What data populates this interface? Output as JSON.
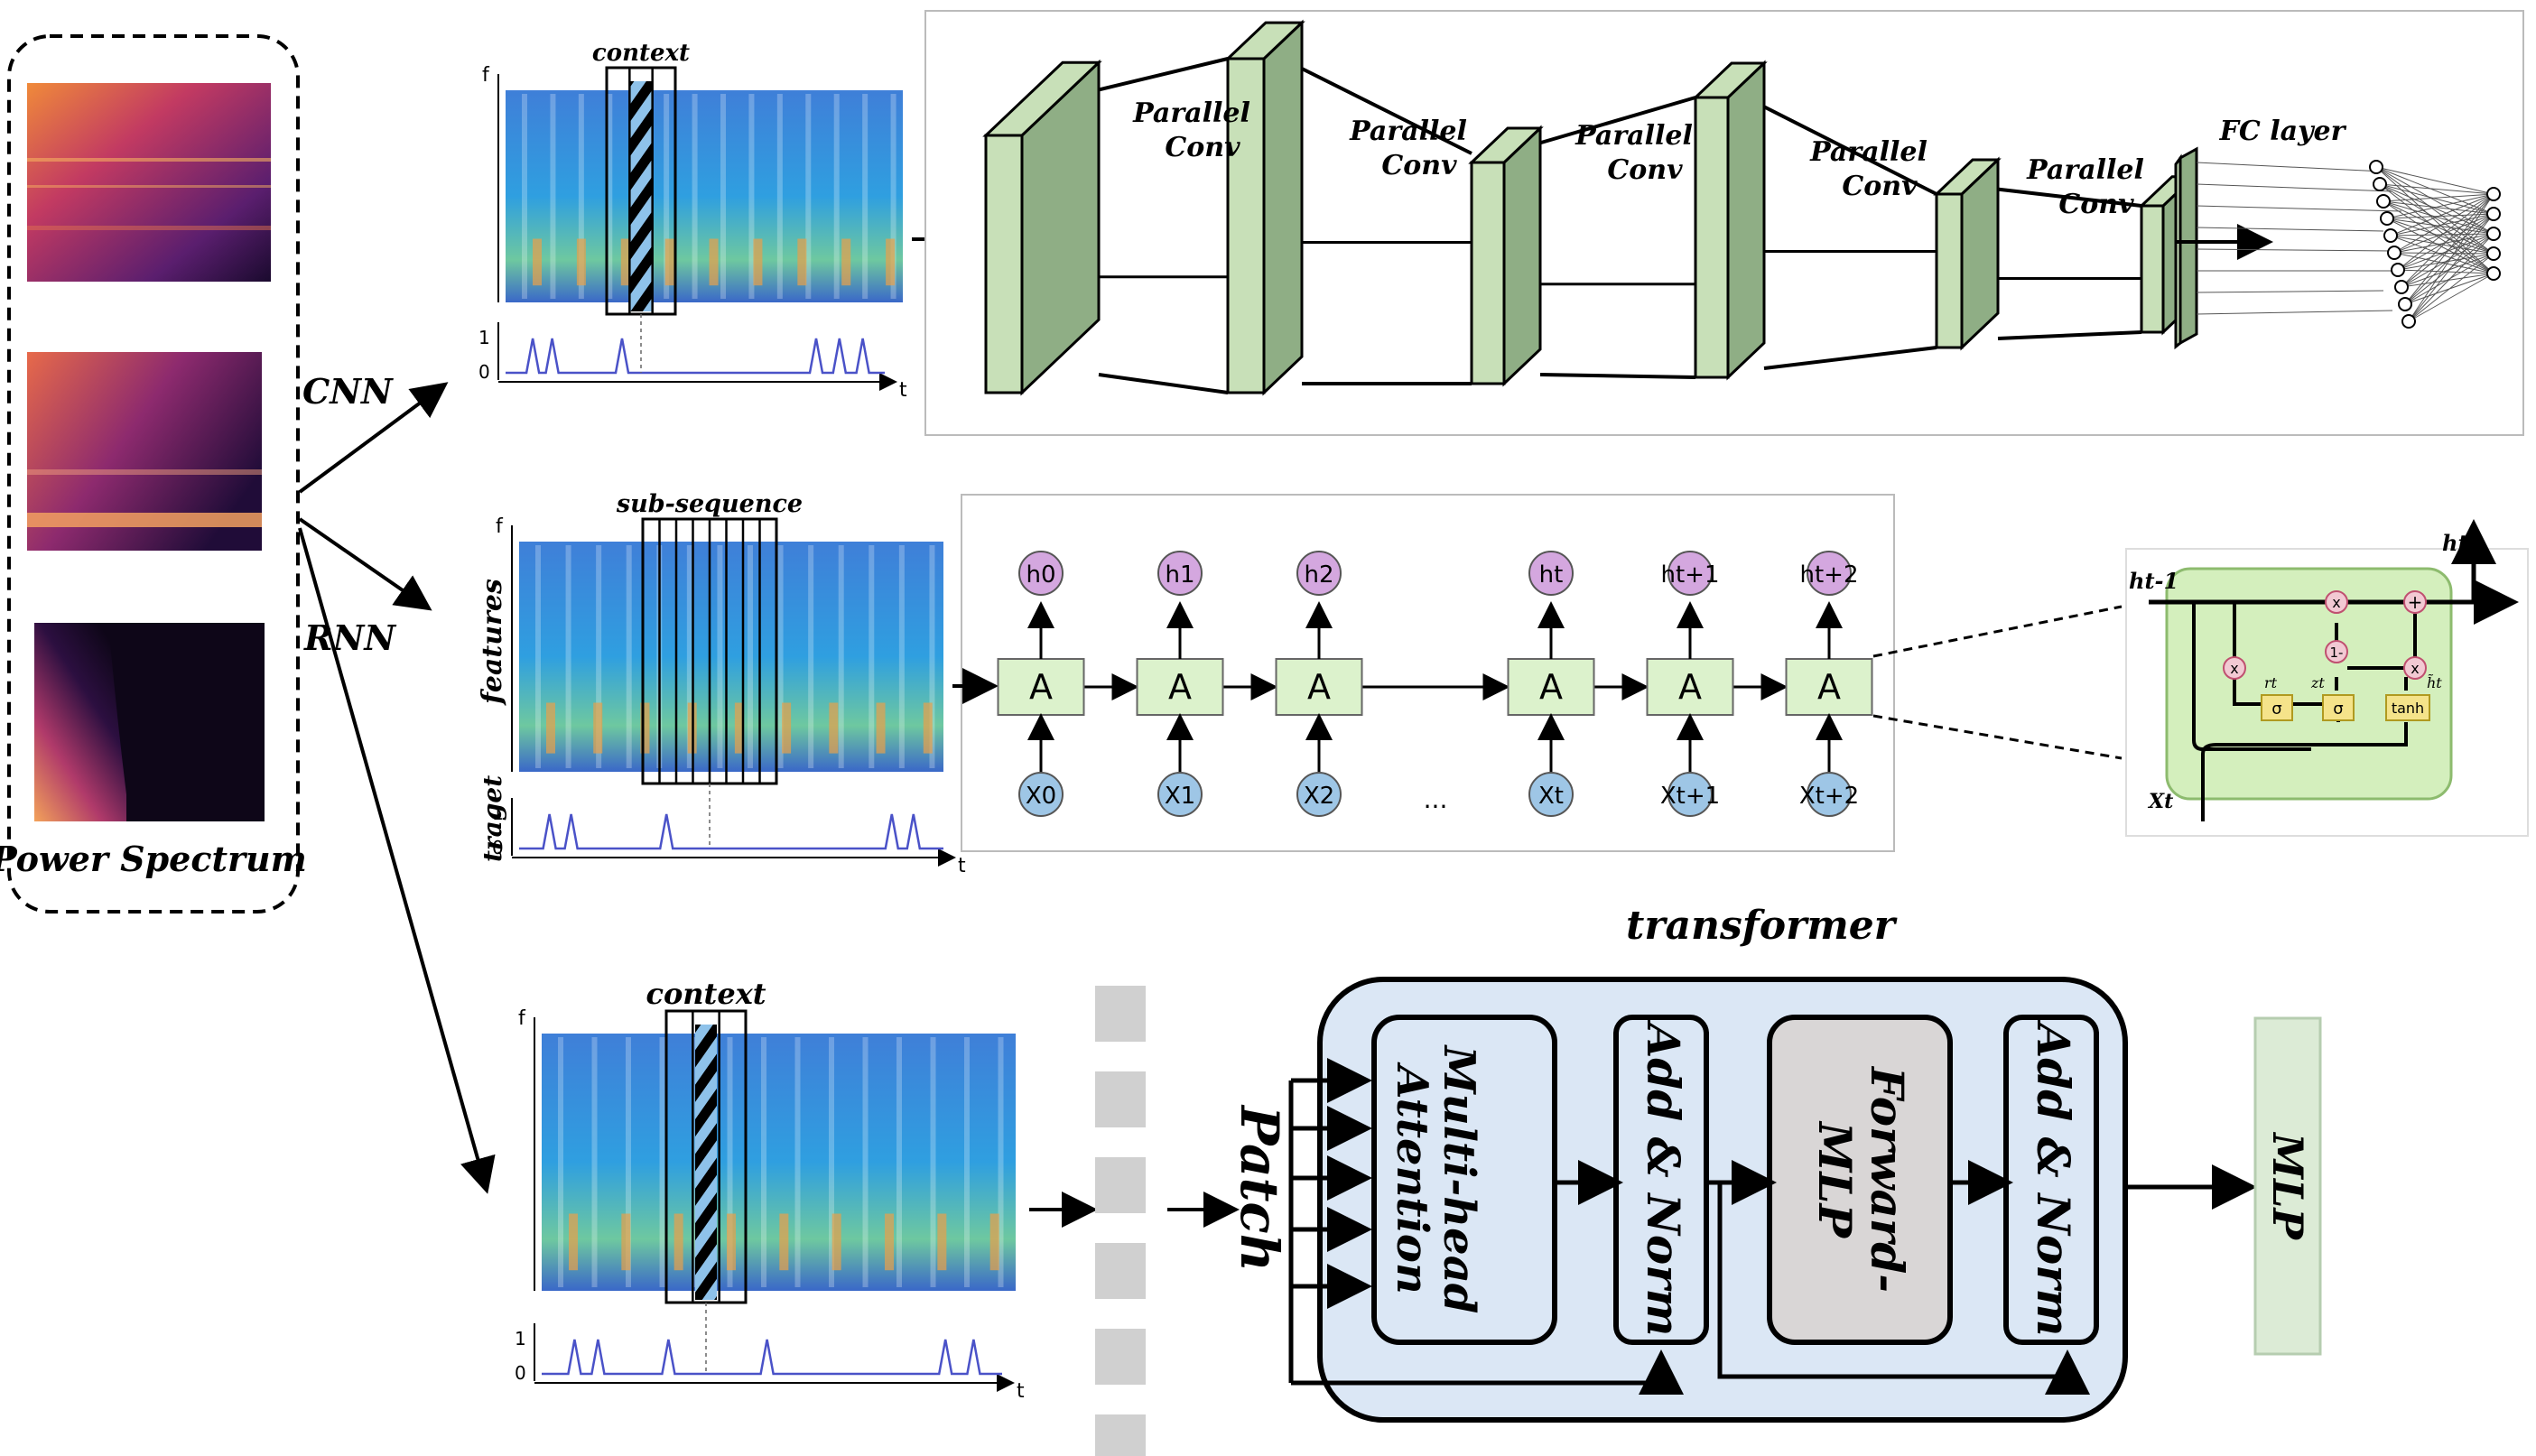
{
  "left_panel": {
    "title": "Power Spectrum"
  },
  "branches": {
    "cnn": "CNN",
    "rnn": "RNN"
  },
  "cnn": {
    "window_label": "context",
    "axis_f": "f",
    "axis_t": "t",
    "tick_1": "1",
    "tick_0": "0",
    "conv_label_line1": "Parallel",
    "conv_label_line2": "Conv",
    "fc_label": "FC layer"
  },
  "rnn": {
    "window_label": "sub-sequence",
    "ylabel_features": "features",
    "ylabel_target": "traget",
    "axis_f": "f",
    "axis_t": "t",
    "tick_1": "1",
    "tick_0": "0",
    "cell_label": "A",
    "hidden": [
      "h0",
      "h1",
      "h2",
      "ht",
      "ht+1",
      "ht+2"
    ],
    "inputs": [
      "X0",
      "X1",
      "X2",
      "Xt",
      "Xt+1",
      "Xt+2"
    ],
    "ellipsis": "...",
    "lstm": {
      "h_prev": "ht-1",
      "h_out": "ht",
      "x_in": "Xt",
      "ops": {
        "mult": "x",
        "plus": "+",
        "one_minus": "1-"
      },
      "gates": [
        "σ",
        "σ",
        "tanh"
      ],
      "gate_tags": [
        "rt",
        "zt",
        "h̃t"
      ]
    }
  },
  "transformer": {
    "window_label": "context",
    "axis_f": "f",
    "axis_t": "t",
    "tick_1": "1",
    "tick_0": "0",
    "patch_label": "Patch",
    "title": "transformer",
    "blocks": [
      "Multi-head Attention",
      "Add & Norm",
      "Forward-MLP",
      "Add & Norm"
    ],
    "head": "MLP"
  },
  "colors": {
    "conv_front": "#c8e0b8",
    "conv_side": "#8fae85",
    "rnn_cell": "#dcf2cc",
    "hidden_node": "#d4a7df",
    "input_node": "#9ec6e6",
    "transformer_bg": "#dbe7f5",
    "ffn_block": "#d9d6d6",
    "mlp_head": "#dcebd6",
    "lstm_bg": "#d4efbd",
    "patch_tile": "#d0d0d0"
  }
}
